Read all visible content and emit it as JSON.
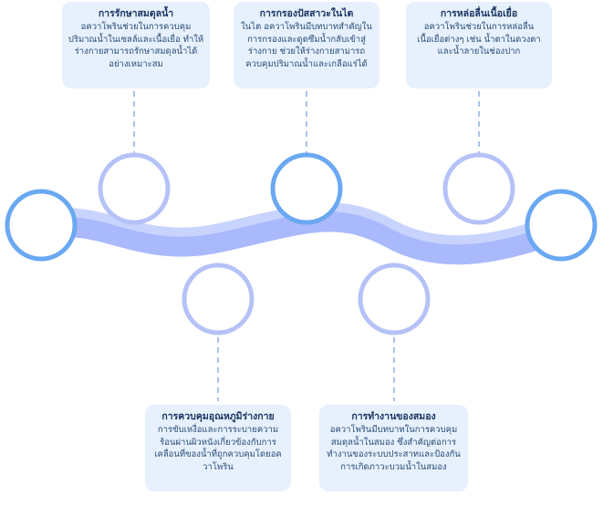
{
  "colors": {
    "band_dark": "#a9b9fb",
    "band_light": "#c8d4fd",
    "circle_purple": "#b5c2f7",
    "circle_blue": "#6aa8f2",
    "dash": "#a9c4e8",
    "card_bg": "#e6f1fd"
  },
  "cards": {
    "top_1": {
      "title": "การรักษาสมดุลน้ำ",
      "body": "อควาโพรินช่วยในการควบคุมปริมาณน้ำในเซลล์และเนื้อเยื่อ ทำให้ร่างกายสามารถรักษาสมดุลน้ำได้อย่างเหมาะสม"
    },
    "top_2": {
      "title": "การกรองปัสสาวะในไต",
      "body": "ในไต อควาโพรินมีบทบาทสำคัญในการกรองและดูดซึมน้ำกลับเข้าสู่ร่างกาย ช่วยให้ร่างกายสามารถควบคุมปริมาณน้ำและเกลือแร่ได้"
    },
    "top_3": {
      "title": "การหล่อลื่นเนื้อเยื่อ",
      "body": "อควาโพรินช่วยในการหล่อลื่นเนื้อเยื่อต่างๆ เช่น น้ำตาในดวงตาและน้ำลายในช่องปาก"
    },
    "bottom_1": {
      "title": "การควบคุมอุณหภูมิร่างกาย",
      "body": "การขับเหงื่อและการระบายความร้อนผ่านผิวหนังเกี่ยวข้องกับการเคลื่อนที่ของน้ำที่ถูกควบคุมโดยอควาโพริน"
    },
    "bottom_2": {
      "title": "การทำงานของสมอง",
      "body": "อควาโพรินมีบทบาทในการควบคุมสมดุลน้ำในสมอง ซึ่งสำคัญต่อการทำงานของระบบประสาทและป้องกันการเกิดภาวะบวมน้ำในสมอง"
    }
  }
}
